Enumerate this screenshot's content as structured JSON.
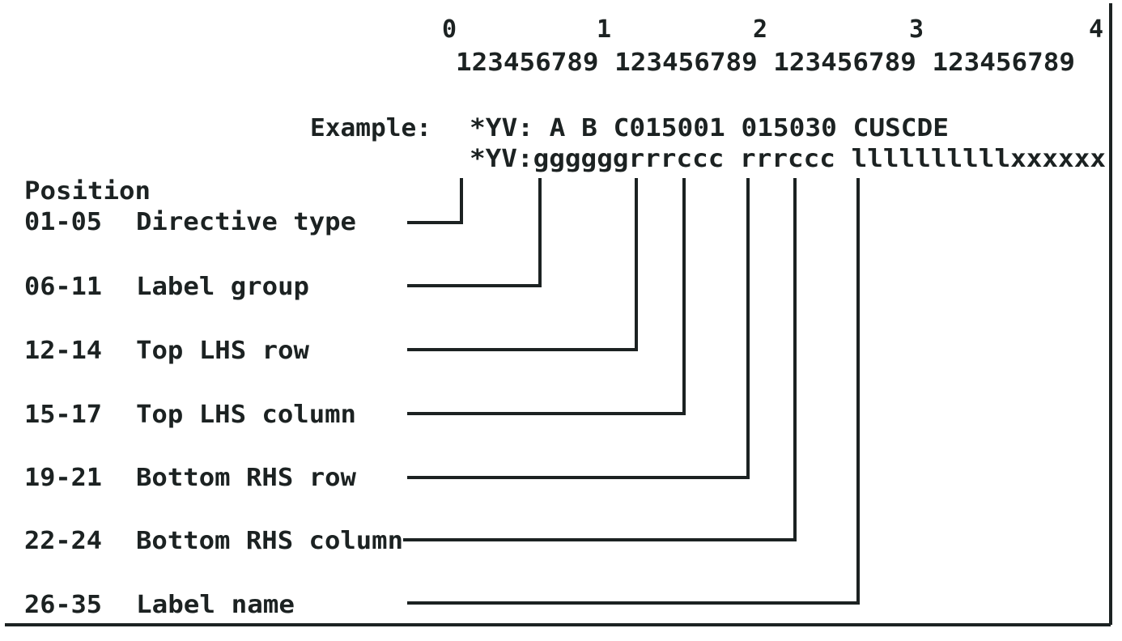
{
  "ruler": {
    "tens": [
      "0",
      "1",
      "2",
      "3",
      "4"
    ],
    "units": "123456789 123456789 123456789 123456789"
  },
  "example": {
    "label": "Example:",
    "line1": "*YV: A B C015001 015030 CUSCDE",
    "line2": "*YV:ggggggrrrccc rrrccc llllllllllxxxxxx"
  },
  "position_header": "Position",
  "fields": [
    {
      "range": "01-05",
      "name": "Directive type"
    },
    {
      "range": "06-11",
      "name": "Label group"
    },
    {
      "range": "12-14",
      "name": "Top LHS row"
    },
    {
      "range": "15-17",
      "name": "Top LHS column"
    },
    {
      "range": "19-21",
      "name": "Bottom RHS row"
    },
    {
      "range": "22-24",
      "name": "Bottom RHS column"
    },
    {
      "range": "26-35",
      "name": "Label name"
    }
  ]
}
